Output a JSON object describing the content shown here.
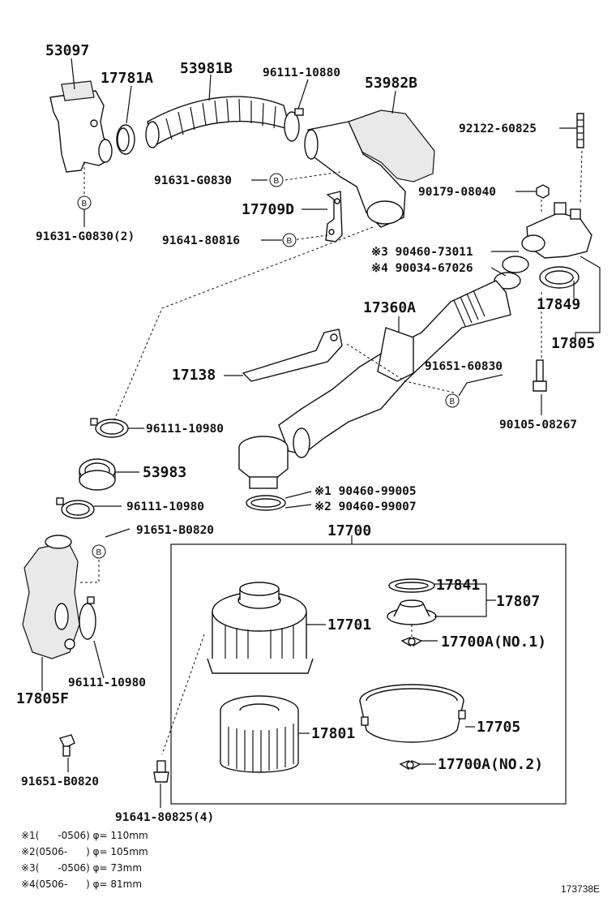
{
  "parts": {
    "p53097": "53097",
    "p17781A": "17781A",
    "p53981B": "53981B",
    "p96111_10880": "96111-10880",
    "p53982B": "53982B",
    "p92122_60825": "92122-60825",
    "p91631_G0830": "91631-G0830",
    "p90179_08040": "90179-08040",
    "p17709D": "17709D",
    "p91641_80816": "91641-80816",
    "p91631_G0830_2": "91631-G0830(2)",
    "p90460_73011": "※3 90460-73011",
    "p90034_67026": "※4 90034-67026",
    "p17849": "17849",
    "p17360A": "17360A",
    "p17805": "17805",
    "p17138": "17138",
    "p91651_60830": "91651-60830",
    "p96111_10980_a": "96111-10980",
    "p90105_08267": "90105-08267",
    "p53983": "53983",
    "p90460_99005": "※1 90460-99005",
    "p90460_99007": "※2 90460-99007",
    "p96111_10980_b": "96111-10980",
    "p17700": "17700",
    "p91651_B0820_a": "91651-B0820",
    "p17841": "17841",
    "p17807": "17807",
    "p17701": "17701",
    "p17700A_1": "17700A(NO.1)",
    "p96111_10980_c": "96111-10980",
    "p17805F": "17805F",
    "p17705": "17705",
    "p17801": "17801",
    "p17700A_2": "17700A(NO.2)",
    "p91651_B0820_b": "91651-B0820",
    "p91641_80825": "91641-80825(4)"
  },
  "ref_mark": "B",
  "notes": [
    "※1(      -0506) φ= 110mm",
    "※2(0506-      ) φ= 105mm",
    "※3(      -0506) φ= 73mm",
    "※4(0506-      ) φ= 81mm"
  ],
  "figure_id": "173738E"
}
